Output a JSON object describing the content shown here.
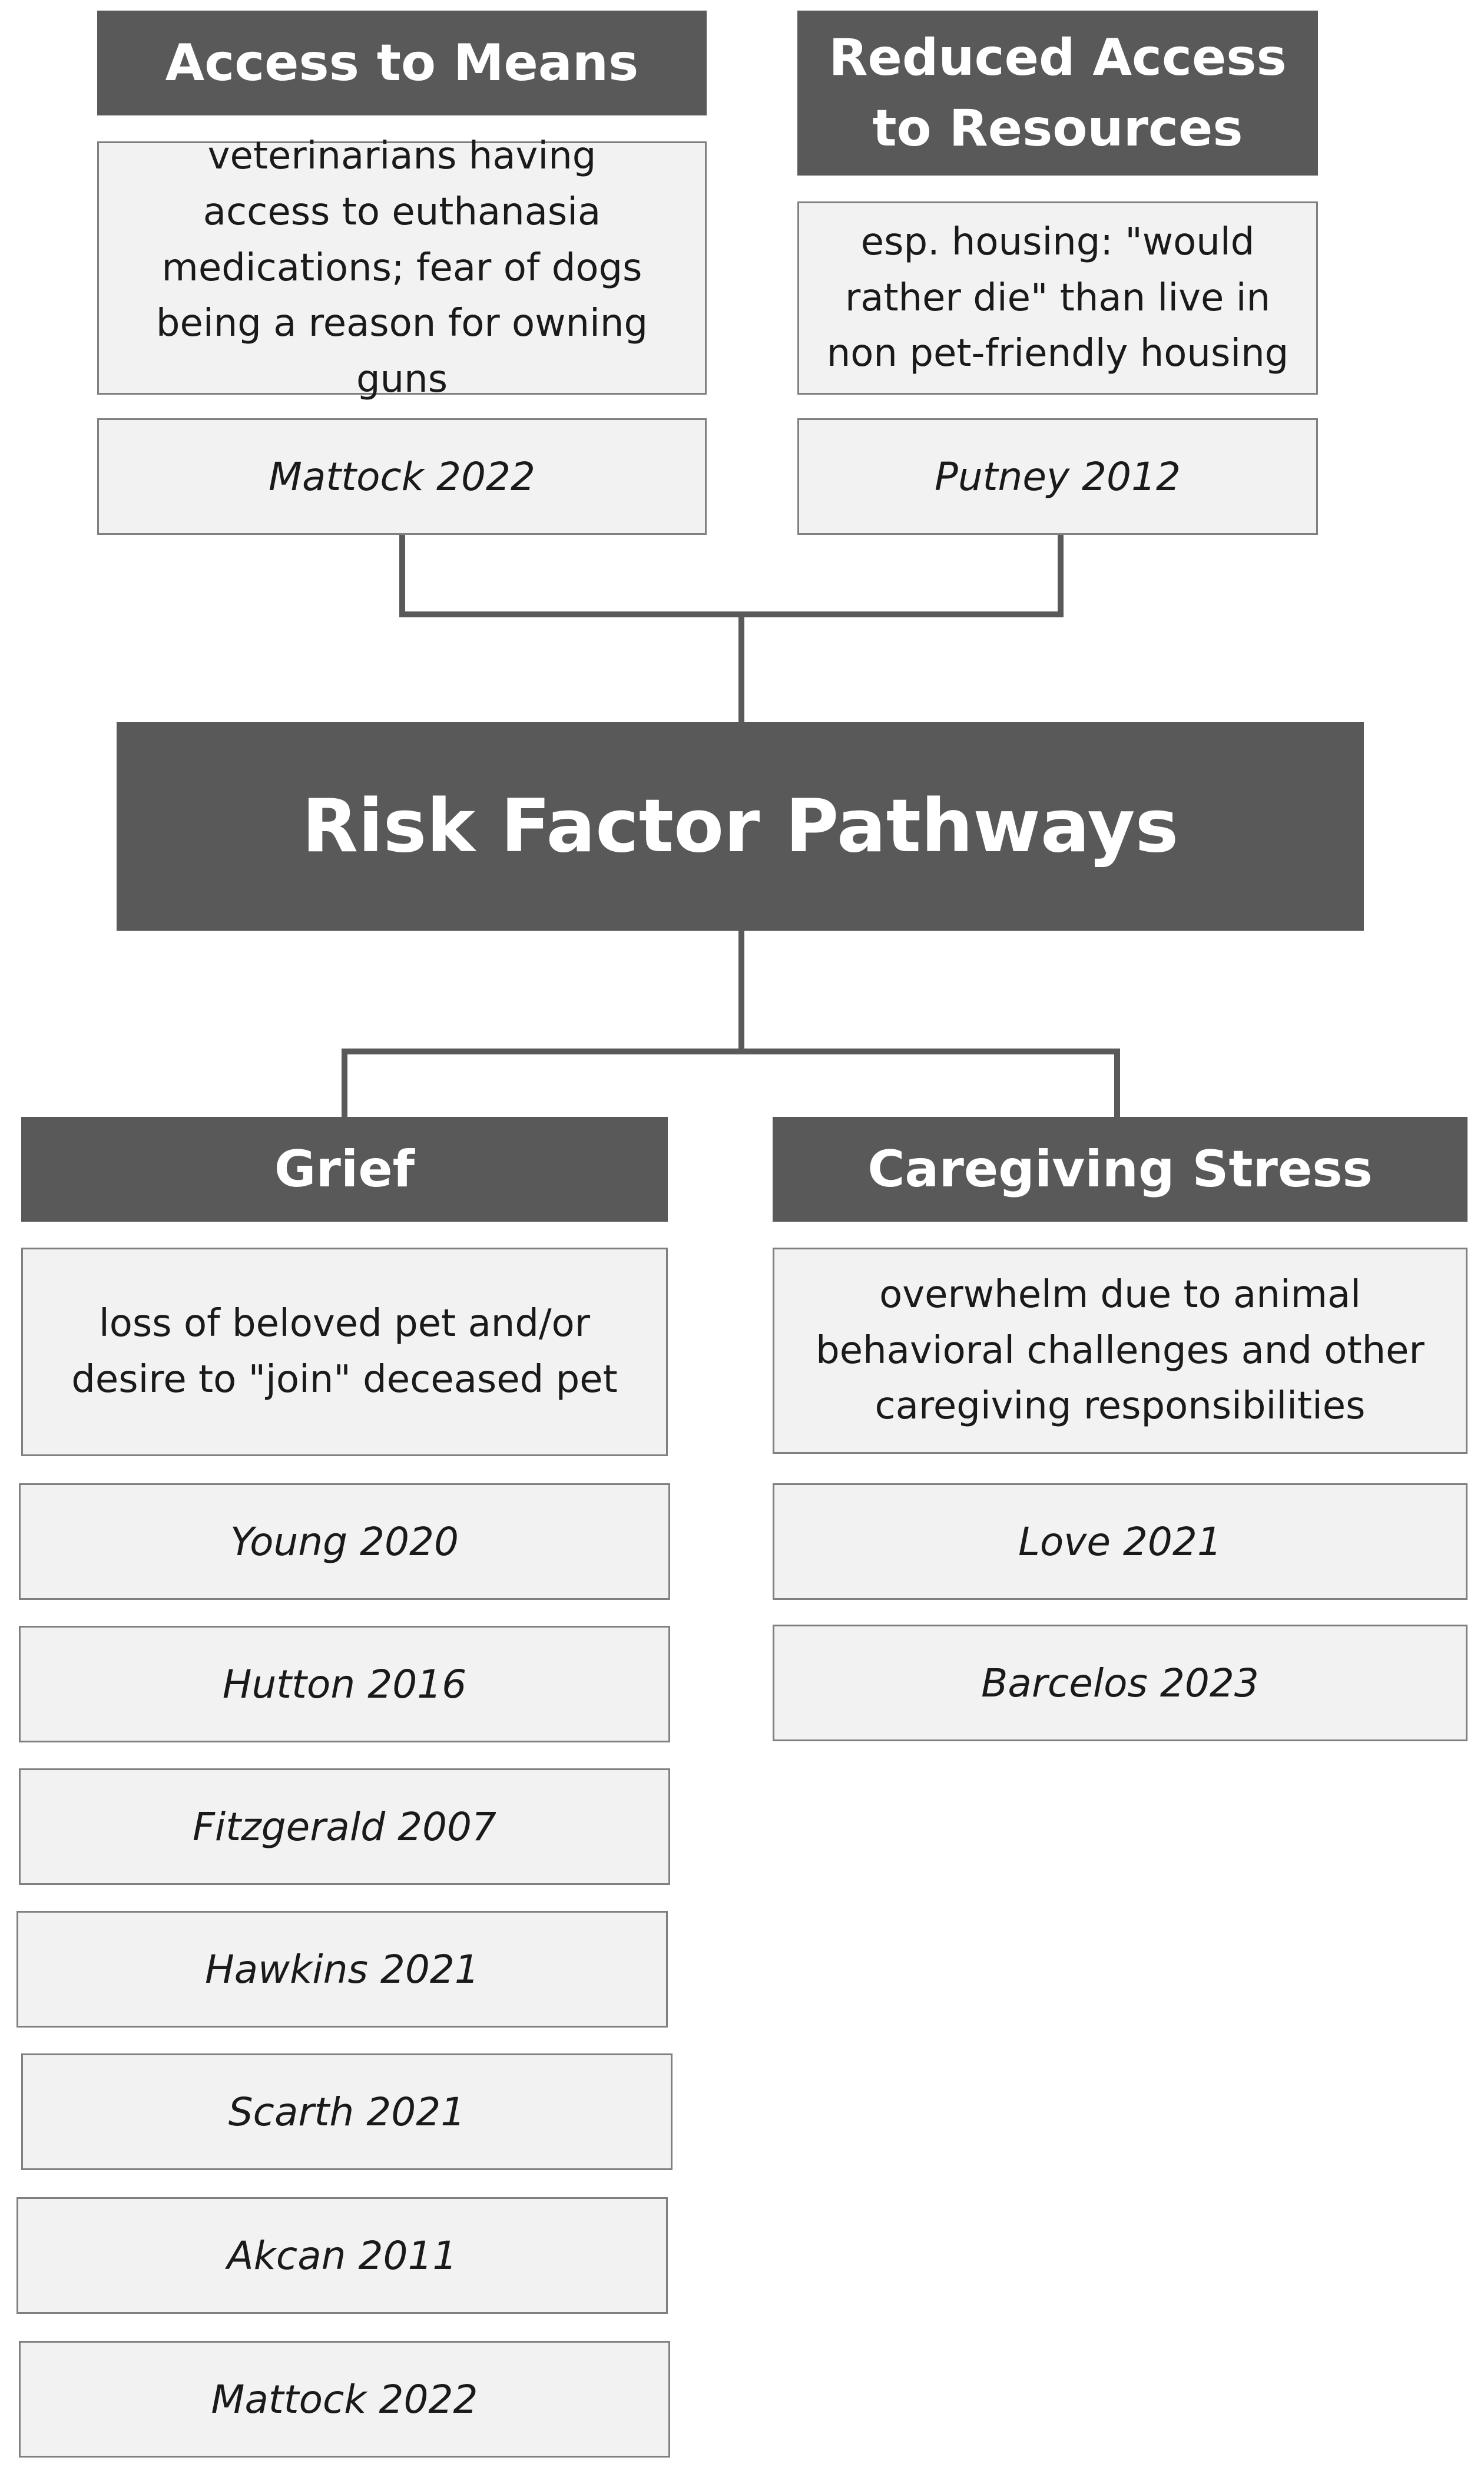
{
  "center": {
    "title": "Risk Factor Pathways"
  },
  "upper_branches": [
    {
      "title": "Access to Means",
      "description": "veterinarians having access to euthanasia medications; fear of dogs being a reason for owning guns",
      "references": [
        "Mattock 2022"
      ]
    },
    {
      "title": "Reduced Access to Resources",
      "description": "esp. housing: \"would rather die\" than live in non pet-friendly housing",
      "references": [
        "Putney 2012"
      ]
    }
  ],
  "lower_branches": [
    {
      "title": "Grief",
      "description": "loss of beloved pet and/or desire to \"join\" deceased pet",
      "references": [
        "Young 2020",
        "Hutton 2016",
        "Fitzgerald 2007",
        "Hawkins 2021",
        "Scarth 2021",
        "Akcan 2011",
        "Mattock 2022"
      ]
    },
    {
      "title": "Caregiving Stress",
      "description": "overwhelm due to animal behavioral challenges and other caregiving responsibilities",
      "references": [
        "Love 2021",
        "Barcelos 2023"
      ]
    }
  ]
}
